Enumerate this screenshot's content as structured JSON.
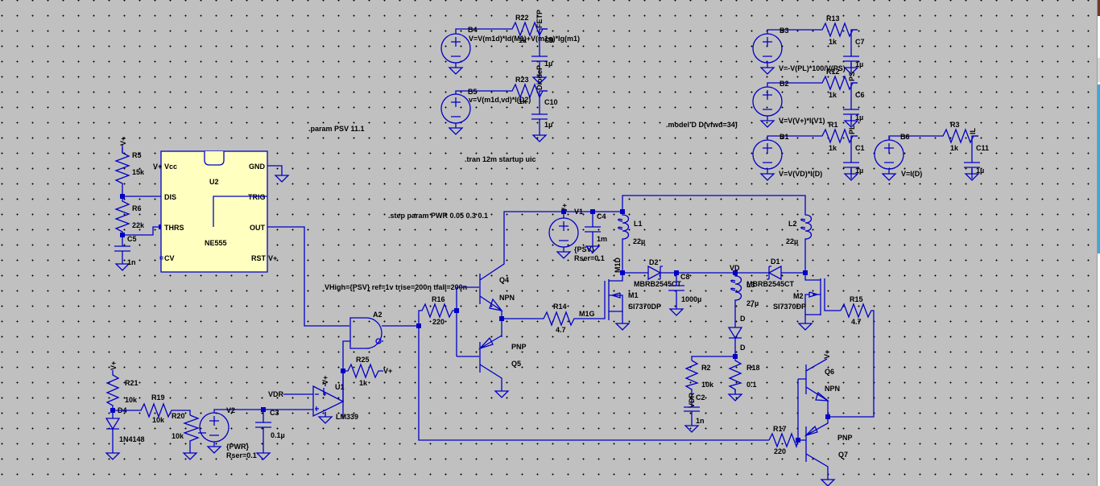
{
  "app": "LTspice schematic editor",
  "directives": {
    "param": ".param PSV 11.1",
    "tran": ".tran 12m startup uic",
    "step": ".step param PWR 0.05 0.3 0.1",
    "model": ".model D D(vfwd=34)",
    "gate_params": "VHigh={PSV} ref=1v trise=200n tfall=200n"
  },
  "components": {
    "B4": {
      "name": "B4",
      "value": "V=V(m1d)*Id(M1)+V(m1g)*Ig(m1)"
    },
    "B5": {
      "name": "B5",
      "value": "v=V(m1d,vd)*I(D2)"
    },
    "R22": {
      "name": "R22",
      "value": "1k"
    },
    "R23": {
      "name": "R23",
      "value": "1k"
    },
    "C9": {
      "name": "C9",
      "value": "1µ"
    },
    "C10": {
      "name": "C10",
      "value": "1µ"
    },
    "B3": {
      "name": "B3",
      "value": "V=-V(PL)*100/V(PS)"
    },
    "B2": {
      "name": "B2",
      "value": "V=V(V+)*I(V1)"
    },
    "B1": {
      "name": "B1",
      "value": "V=V(VD)*I(D)"
    },
    "B6": {
      "name": "B6",
      "value": "V=I(D)"
    },
    "R13": {
      "name": "R13",
      "value": "1k"
    },
    "R12": {
      "name": "R12",
      "value": "1k"
    },
    "R1": {
      "name": "R1",
      "value": "1k"
    },
    "R3": {
      "name": "R3",
      "value": "1k"
    },
    "C7": {
      "name": "C7",
      "value": "1µ"
    },
    "C6": {
      "name": "C6",
      "value": "1µ"
    },
    "C1": {
      "name": "C1",
      "value": "1µ"
    },
    "C11": {
      "name": "C11",
      "value": "1µ"
    },
    "R5": {
      "name": "R5",
      "value": "15k"
    },
    "R6": {
      "name": "R6",
      "value": "22k"
    },
    "C5": {
      "name": "C5",
      "value": "1n"
    },
    "U2": {
      "name": "U2",
      "part": "NE555",
      "pins": {
        "vcc": "Vcc",
        "dis": "DIS",
        "thrs": "THRS",
        "cv": "CV",
        "gnd": "GND",
        "tric": "TRIG",
        "out": "OUT",
        "rst": "RST"
      }
    },
    "V1": {
      "name": "V1",
      "value": "{PSV}",
      "rser": "Rser=0.1"
    },
    "C4": {
      "name": "C4",
      "value": "1m"
    },
    "L1": {
      "name": "L1",
      "value": "22µ"
    },
    "L2": {
      "name": "L2",
      "value": "22µ"
    },
    "L3": {
      "name": "L3",
      "value": "27µ"
    },
    "D2": {
      "name": "D2",
      "value": "MBRB2545CT"
    },
    "D1": {
      "name": "D1",
      "value": "MBRB2545CT"
    },
    "C8": {
      "name": "C8",
      "value": "1000µ"
    },
    "M1": {
      "name": "M1",
      "value": "SI7370DP"
    },
    "M2": {
      "name": "M2",
      "value": "SI7370DP"
    },
    "R14": {
      "name": "R14",
      "value": "4.7"
    },
    "R15": {
      "name": "R15",
      "value": "4.7"
    },
    "R16": {
      "name": "R16",
      "value": "220"
    },
    "R17": {
      "name": "R17",
      "value": "220"
    },
    "Q4": {
      "name": "Q4",
      "value": "NPN"
    },
    "Q5": {
      "name": "Q5",
      "value": "PNP"
    },
    "Q6": {
      "name": "Q6",
      "value": "NPN"
    },
    "Q7": {
      "name": "Q7",
      "value": "PNP"
    },
    "A2": {
      "name": "A2"
    },
    "R25": {
      "name": "R25",
      "value": "1k"
    },
    "U1": {
      "name": "U1",
      "value": "LM339"
    },
    "R21": {
      "name": "R21",
      "value": "10k"
    },
    "D4": {
      "name": "D4",
      "value": "1N4148"
    },
    "R19": {
      "name": "R19",
      "value": "10k"
    },
    "R20": {
      "name": "R20",
      "value": "10k"
    },
    "V2": {
      "name": "V2",
      "value": "{PWR}",
      "rser": "Rser=0.1"
    },
    "C3": {
      "name": "C3",
      "value": "0.1µ"
    },
    "R2": {
      "name": "R2",
      "value": "10k"
    },
    "R18": {
      "name": "R18",
      "value": "0.1"
    },
    "C2": {
      "name": "C2",
      "value": "1n"
    },
    "D": {
      "name": "D"
    }
  },
  "nets": {
    "vplus": "V+",
    "fetp": "FETP",
    "diodep": "DiodeP",
    "ps": "PS",
    "pl": "PL",
    "il": "IL",
    "m1d": "M1D",
    "m1g": "M1G",
    "vd": "VD",
    "d": "D",
    "vdr": "VDR"
  }
}
